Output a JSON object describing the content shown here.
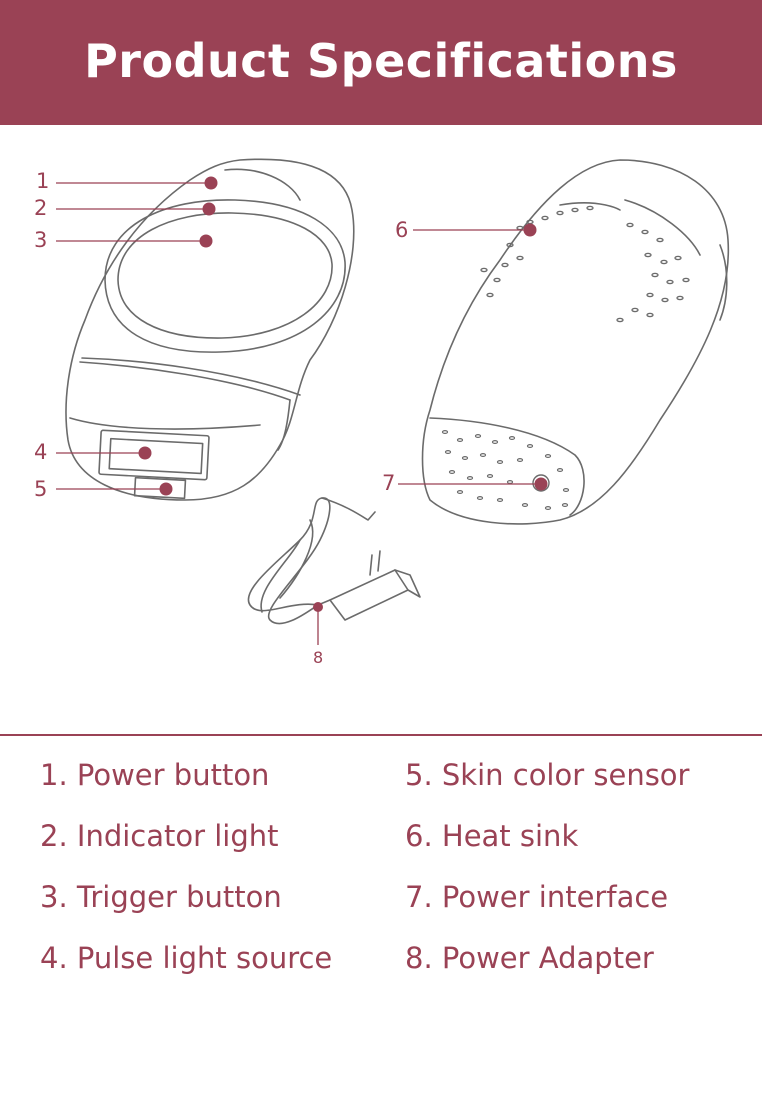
{
  "header": {
    "title": "Product Specifications"
  },
  "callouts": [
    "1",
    "2",
    "3",
    "4",
    "5",
    "6",
    "7",
    "8"
  ],
  "legend": {
    "items": [
      "1. Power button",
      "2. Indicator light",
      "3. Trigger button",
      "4. Pulse light source",
      "5. Skin color sensor",
      "6. Heat sink",
      "7. Power interface",
      "8. Power Adapter"
    ]
  },
  "colors": {
    "accent": "#9a4255",
    "line_art": "#6b6b6b",
    "background": "#ffffff"
  }
}
